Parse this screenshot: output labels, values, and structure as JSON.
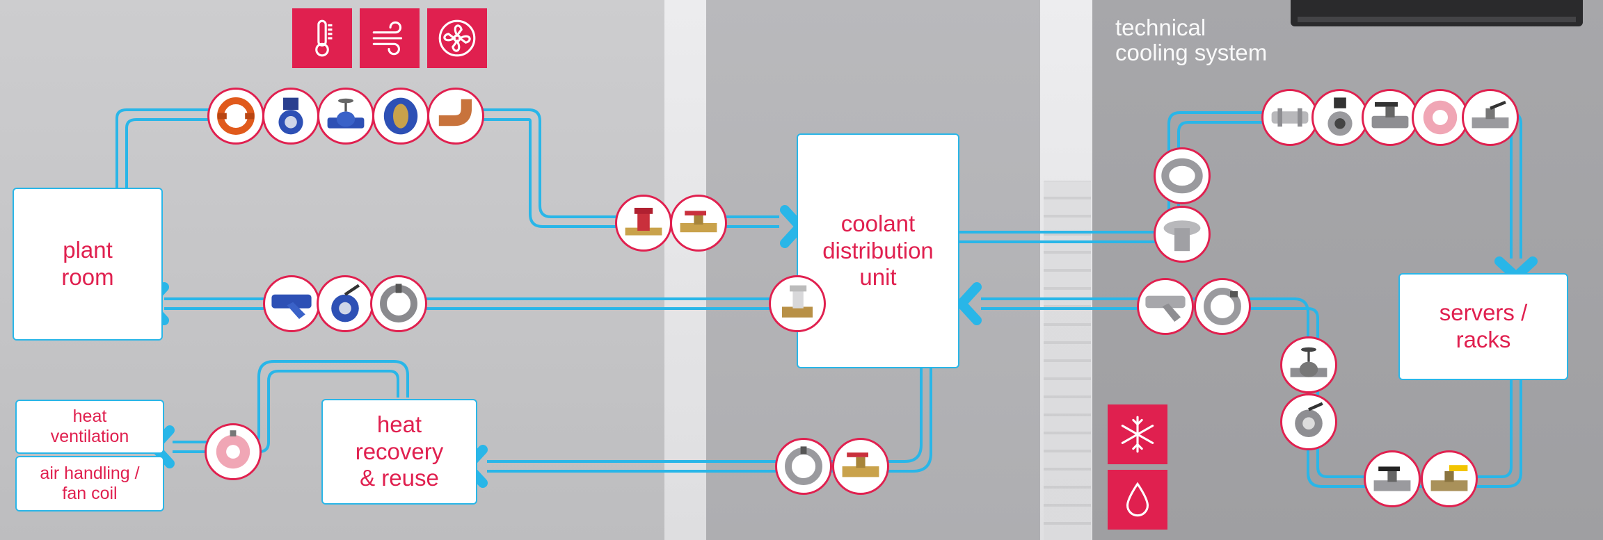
{
  "header": {
    "title": "technical\ncooling system",
    "top_icons": [
      "thermometer-icon",
      "airflow-icon",
      "fan-icon"
    ],
    "bottom_icons": [
      "snowflake-icon",
      "water-drop-icon"
    ]
  },
  "nodes": {
    "plant_room": "plant\nroom",
    "coolant_unit": "coolant\ndistribution\nunit",
    "servers": "servers /\nracks",
    "heat_recovery": "heat\nrecovery\n& reuse",
    "heat_ventilation": "heat\nventilation",
    "air_handling": "air handling /\nfan coil"
  },
  "components": {
    "top_left_group": [
      "grooved-coupling",
      "butterfly-valve-actuated",
      "globe-valve",
      "check-valve",
      "copper-elbow"
    ],
    "cdu_inlet": [
      "balancing-valve",
      "ball-valve"
    ],
    "return_left": [
      "strainer",
      "butterfly-valve",
      "grooved-coupling"
    ],
    "cdu_return_valve": [
      "control-valve"
    ],
    "right_top_group": [
      "press-coupling",
      "butterfly-valve",
      "ball-valve",
      "wafer-check-valve",
      "ball-valve-steel"
    ],
    "right_vertical": [
      "grooved-coupling",
      "flange-adapter"
    ],
    "right_return": [
      "y-strainer",
      "grooved-coupling"
    ],
    "right_lower_vertical": [
      "globe-valve",
      "butterfly-valve"
    ],
    "right_bottom": [
      "ball-valve",
      "ball-valve-brass"
    ],
    "recovery_group": [
      "grooved-coupling",
      "ball-valve-brass"
    ],
    "ventilation_group": [
      "wafer-valve"
    ]
  },
  "colors": {
    "accent": "#e0204f",
    "pipe": "#29b6e8",
    "box_border": "#29b6e8"
  }
}
